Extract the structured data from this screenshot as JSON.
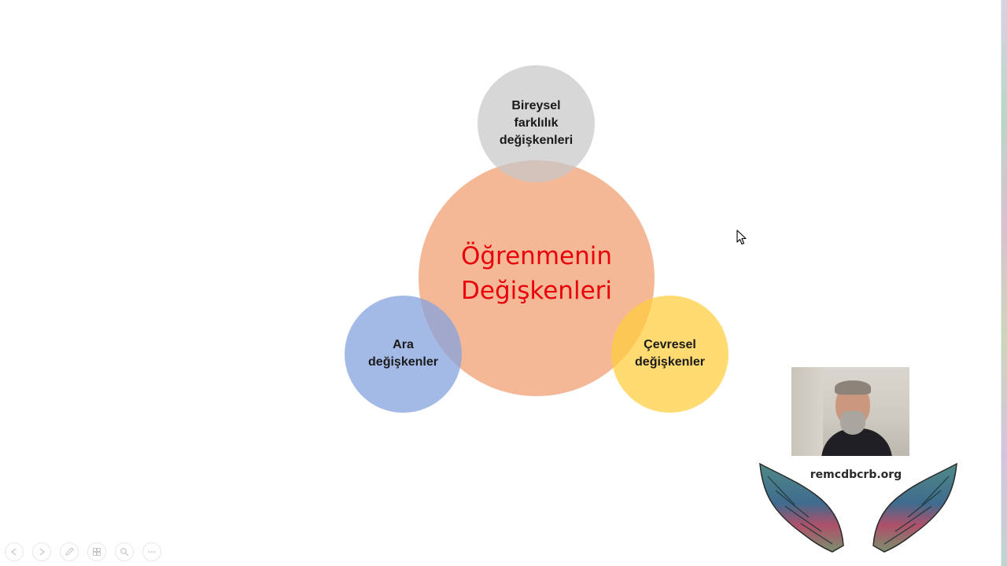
{
  "diagram": {
    "center": {
      "line1": "Öğrenmenin",
      "line2": "Değişkenleri"
    },
    "top": {
      "line1": "Bireysel",
      "line2": "farklılık",
      "line3": "değişkenleri"
    },
    "left": {
      "line1": "Ara",
      "line2": "değişkenler"
    },
    "right": {
      "line1": "Çevresel",
      "line2": "değişkenler"
    },
    "colors": {
      "center": "#F2A87F",
      "top": "#C8C8C8",
      "left": "#85A3DE",
      "right": "#FFCD3C",
      "center_text": "#E8000B"
    }
  },
  "overlay": {
    "logo_text": "remcdbcrb.org"
  },
  "toolbar": {
    "icons": [
      "previous-icon",
      "next-icon",
      "pen-icon",
      "slides-grid-icon",
      "zoom-icon",
      "more-icon"
    ]
  }
}
